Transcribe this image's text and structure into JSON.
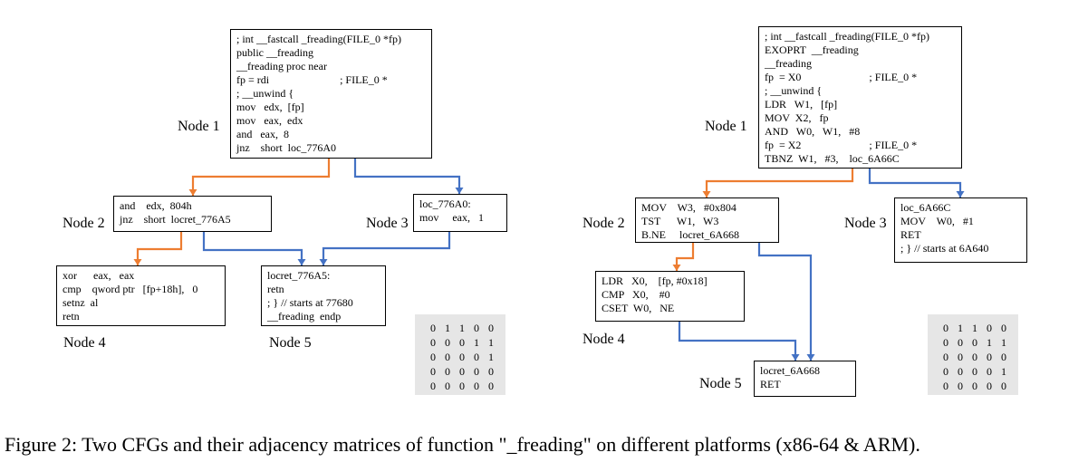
{
  "left_cfg": {
    "node_labels": [
      "Node 1",
      "Node 2",
      "Node 3",
      "Node 4",
      "Node 5"
    ],
    "nodes": [
      [
        "; int __fastcall _freading(FILE_0 *fp)",
        "public __freading",
        "__freading proc near",
        "fp = rdi                          ; FILE_0 *",
        "; __unwind {",
        "mov   edx,  [fp]",
        "mov   eax,  edx",
        "and   eax,  8",
        "jnz    short  loc_776A0"
      ],
      [
        "and    edx,  804h",
        "jnz    short  locret_776A5"
      ],
      [
        "loc_776A0:",
        "mov     eax,   1"
      ],
      [
        "xor      eax,   eax",
        "cmp    qword ptr   [fp+18h],   0",
        "setnz  al",
        "retn"
      ],
      [
        "locret_776A5:",
        "retn",
        "; } // starts at 77680",
        "__freading  endp"
      ]
    ],
    "matrix": [
      [
        0,
        1,
        1,
        0,
        0
      ],
      [
        0,
        0,
        0,
        1,
        1
      ],
      [
        0,
        0,
        0,
        0,
        1
      ],
      [
        0,
        0,
        0,
        0,
        0
      ],
      [
        0,
        0,
        0,
        0,
        0
      ]
    ]
  },
  "right_cfg": {
    "node_labels": [
      "Node 1",
      "Node 2",
      "Node 3",
      "Node 4",
      "Node 5"
    ],
    "nodes": [
      [
        "; int __fastcall _freading(FILE_0 *fp)",
        "EXOPRT  __freading",
        "__freading",
        "fp  = X0                         ; FILE_0 *",
        "; __unwind {",
        "LDR   W1,   [fp]",
        "MOV  X2,   fp",
        "AND   W0,   W1,   #8",
        "fp  = X2                         ; FILE_0 *",
        "TBNZ  W1,   #3,    loc_6A66C"
      ],
      [
        "MOV    W3,   #0x804",
        "TST      W1,   W3",
        "B.NE     locret_6A668"
      ],
      [
        "loc_6A66C",
        "MOV    W0,   #1",
        "RET",
        "; } // starts at 6A640"
      ],
      [
        "LDR   X0,    [fp, #0x18]",
        "CMP   X0,    #0",
        "CSET  W0,   NE"
      ],
      [
        "locret_6A668",
        "RET"
      ]
    ],
    "matrix": [
      [
        0,
        1,
        1,
        0,
        0
      ],
      [
        0,
        0,
        0,
        1,
        1
      ],
      [
        0,
        0,
        0,
        0,
        0
      ],
      [
        0,
        0,
        0,
        0,
        1
      ],
      [
        0,
        0,
        0,
        0,
        0
      ]
    ]
  },
  "caption": "Figure 2: Two CFGs and their adjacency matrices of function \"_freading\" on different platforms (x86-64 & ARM).",
  "colors": {
    "true_edge": "#4472c4",
    "false_edge": "#ed7d31",
    "matrix_bg": "#e6e6e6"
  }
}
